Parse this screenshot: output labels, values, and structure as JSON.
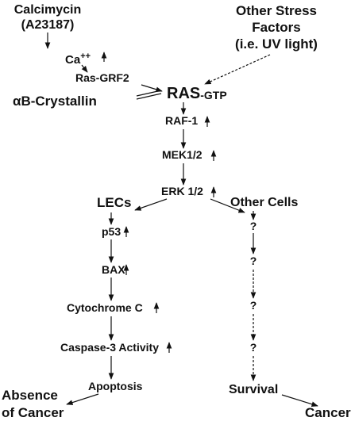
{
  "nodes": {
    "calcimycin": "Calcimycin",
    "calcimycin_code": "(A23187)",
    "other_stress_line1": "Other Stress",
    "other_stress_line2": "Factors",
    "other_stress_line3": "(i.e. UV light)",
    "ca": "Ca",
    "ca_charge": "++",
    "ras_grf2": "Ras-GRF2",
    "ras": "RAS",
    "ras_suffix": "-GTP",
    "ab_crystallin": "αB-Crystallin",
    "raf1": "RAF-1",
    "mek12": "MEK1/2",
    "erk12": "ERK 1/2",
    "lecs": "LECs",
    "other_cells": "Other Cells",
    "p53": "p53",
    "bax": "BAX",
    "cytochrome_c": "Cytochrome C",
    "caspase3": "Caspase-3 Activity",
    "apoptosis": "Apoptosis",
    "unknown": "?",
    "survival": "Survival",
    "absence_of_cancer_line1": "Absence",
    "absence_of_cancer_line2": "of Cancer",
    "cancer": "Cancer"
  },
  "colors": {
    "ink": "#111111",
    "background": "#ffffff"
  }
}
